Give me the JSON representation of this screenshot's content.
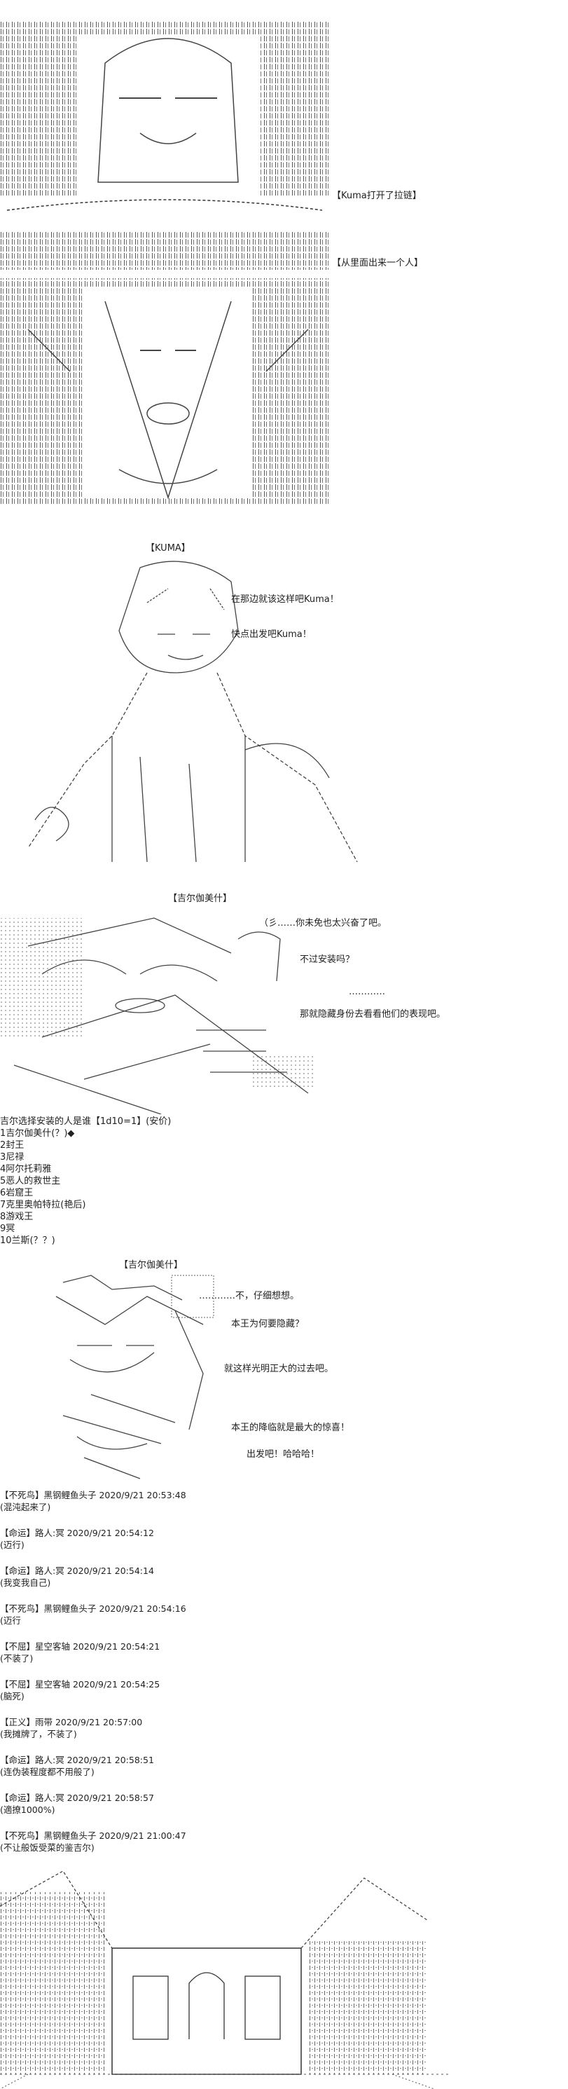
{
  "scene1": {
    "caption_kuma_opens": "【Kuma打开了拉链】",
    "caption_person_out": "【从里面出来一个人】"
  },
  "scene2": {
    "speaker": "【KUMA】",
    "line1": "在那边就该这样吧Kuma！",
    "line2": "快点出发吧Kuma！"
  },
  "scene3": {
    "speaker": "【吉尔伽美什】",
    "line1": "（彡……你未免也太兴奋了吧。",
    "line2": "不过安装吗？",
    "ellipsis": "…………",
    "line3": "那就隐藏身份去看看他们的表现吧。"
  },
  "roll": {
    "title": "吉尔选择安装的人是谁【1d10=1】(安价)",
    "options": [
      "1吉尔伽美什(？)◆",
      "2封王",
      "3尼禄",
      "4阿尔托莉雅",
      "5恶人的救世主",
      "6岩窟王",
      "7克里奥帕特拉(艳后)",
      "8游戏王",
      "9冥",
      "10兰斯(？？)"
    ]
  },
  "scene4": {
    "speaker": "【吉尔伽美什】",
    "line1": "…………不，仔细想想。",
    "line2": "本王为何要隐藏？",
    "line3": "就这样光明正大的过去吧。",
    "line4": "本王的降临就是最大的惊喜！",
    "line5": "出发吧！哈哈哈！"
  },
  "comments": [
    {
      "header": "【不死鸟】黑钢鲤鱼头子 2020/9/21 20:53:48",
      "text": "(混沌起来了)"
    },
    {
      "header": "【命运】路人:冥 2020/9/21 20:54:12",
      "text": "(迈行)"
    },
    {
      "header": "【命运】路人:冥 2020/9/21 20:54:14",
      "text": "(我变我自己)"
    },
    {
      "header": "【不死鸟】黑钢鲤鱼头子 2020/9/21 20:54:16",
      "text": "(迈行"
    },
    {
      "header": "【不屈】星空客轴 2020/9/21 20:54:21",
      "text": "(不装了)"
    },
    {
      "header": "【不屈】星空客轴 2020/9/21 20:54:25",
      "text": "(脑死)"
    },
    {
      "header": "【正义】雨带 2020/9/21 20:57:00",
      "text": "(我摊牌了，不装了)"
    },
    {
      "header": "【命运】路人:冥 2020/9/21 20:58:51",
      "text": "(连伪装程度都不用般了)"
    },
    {
      "header": "【命运】路人:冥 2020/9/21 20:58:57",
      "text": "(適撩1000%)"
    },
    {
      "header": "【不死鸟】黑钢鲤鱼头子 2020/9/21 21:00:47",
      "text": "(不让般饭受菜的鉴吉尔)"
    }
  ]
}
